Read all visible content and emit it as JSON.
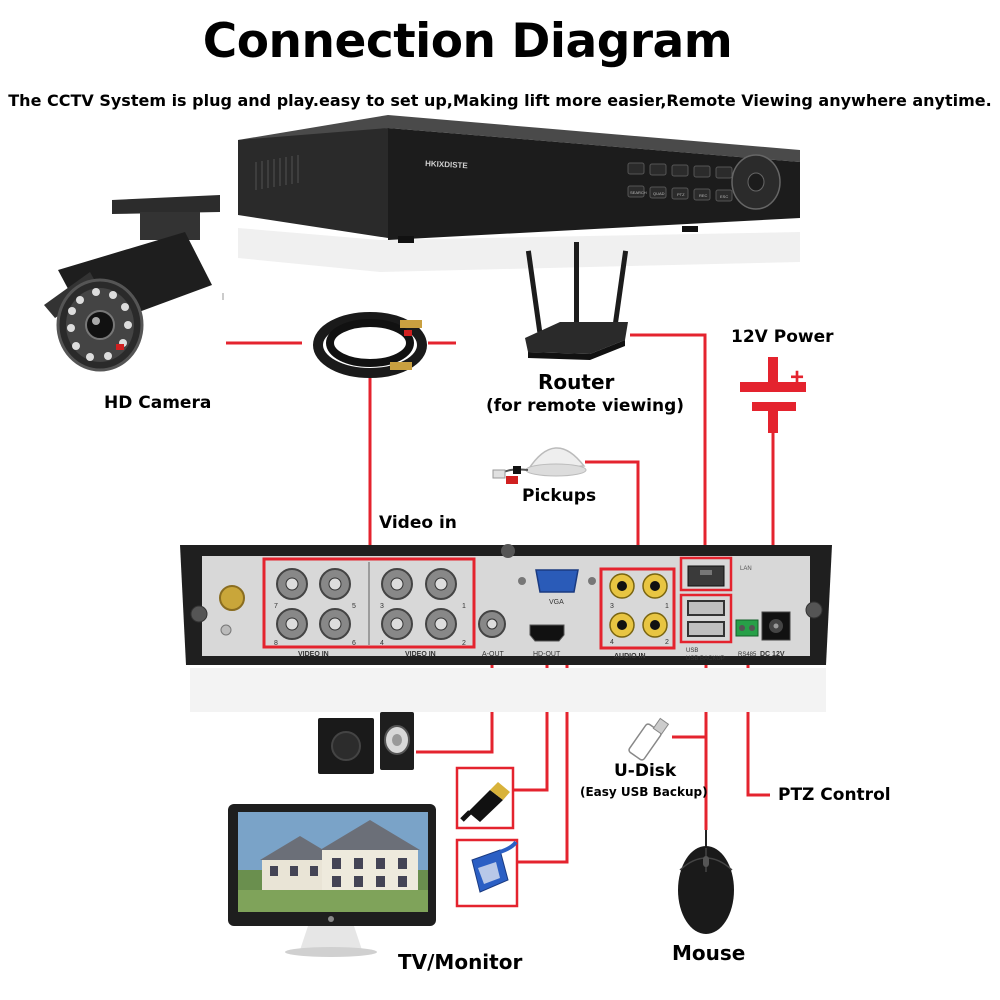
{
  "title": "Connection Diagram",
  "subtitle": "The CCTV System is plug and play.easy to set up,Making lift more easier,Remote Viewing anywhere anytime.",
  "colors": {
    "wire": "#e4232e",
    "device": "#1c1c1c",
    "panel": "#d8d8d8"
  },
  "labels": {
    "hd_camera": "HD Camera",
    "router": "Router",
    "router_note": "(for remote viewing)",
    "power": "12V Power",
    "pickups": "Pickups",
    "video_in": "Video in",
    "u_disk": "U-Disk",
    "u_disk_note": "(Easy USB Backup)",
    "ptz": "PTZ Control",
    "tv": "TV/Monitor",
    "mouse": "Mouse"
  },
  "dvr": {
    "brand": "HKIXDISTE",
    "buttons": [
      "SEARCH",
      "QUAD",
      "PTZ",
      "REC",
      "ESC"
    ]
  },
  "panel": {
    "video_in_label": "VIDEO IN",
    "group_left_numbers": [
      "7",
      "5",
      "8",
      "6"
    ],
    "group_right_numbers": [
      "3",
      "1",
      "4",
      "2"
    ],
    "vga": "VGA",
    "a_out": "A-OUT",
    "hd_out": "HD-OUT",
    "audio_in": "AUDIO IN",
    "audio_numbers": [
      "3",
      "1",
      "4",
      "2"
    ],
    "lan": "LAN",
    "usb_line1": "USB",
    "usb_line2": "USB BACKUP",
    "rs485": "RS485",
    "dc": "DC 12V"
  }
}
